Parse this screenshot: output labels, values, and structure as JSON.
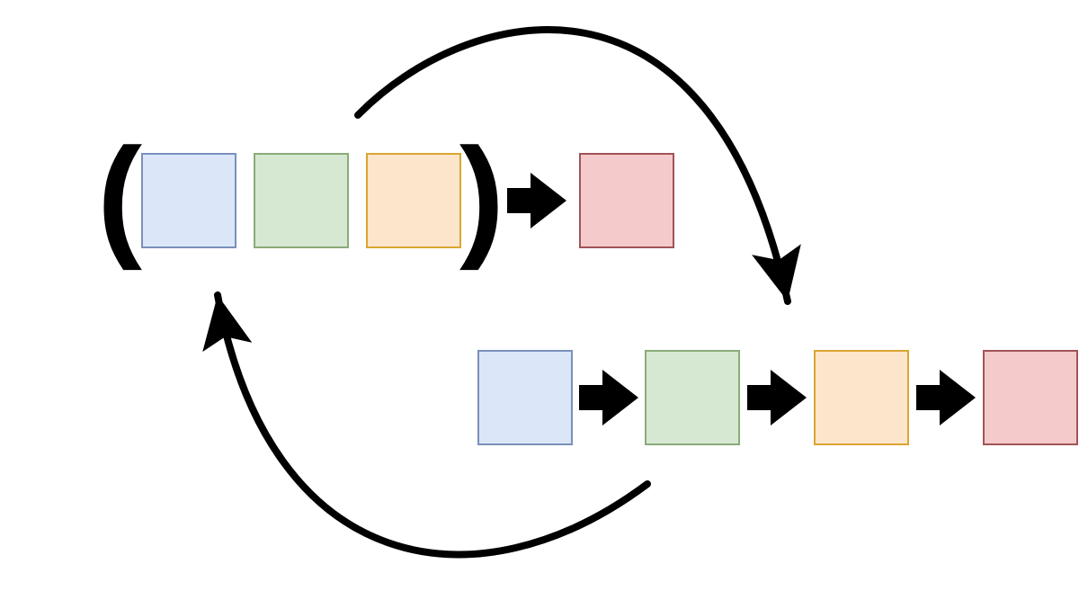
{
  "diagram": {
    "background": "#ffffff",
    "stroke_color": "#000000",
    "parens": {
      "open": "(",
      "close": ")"
    },
    "palette": {
      "blue": {
        "label": "blue-square",
        "fill": "#dbe7f8",
        "stroke": "#7b90bb"
      },
      "green": {
        "label": "green-square",
        "fill": "#d6e8d2",
        "stroke": "#8aab79"
      },
      "orange": {
        "label": "orange-square",
        "fill": "#fde5cc",
        "stroke": "#d9a632"
      },
      "red": {
        "label": "red-square",
        "fill": "#f5caca",
        "stroke": "#a05458"
      }
    },
    "top_row": {
      "grouped_squares": [
        "blue",
        "green",
        "orange"
      ],
      "result_square": "red"
    },
    "bottom_row": {
      "squares": [
        "blue",
        "green",
        "orange",
        "red"
      ]
    }
  }
}
